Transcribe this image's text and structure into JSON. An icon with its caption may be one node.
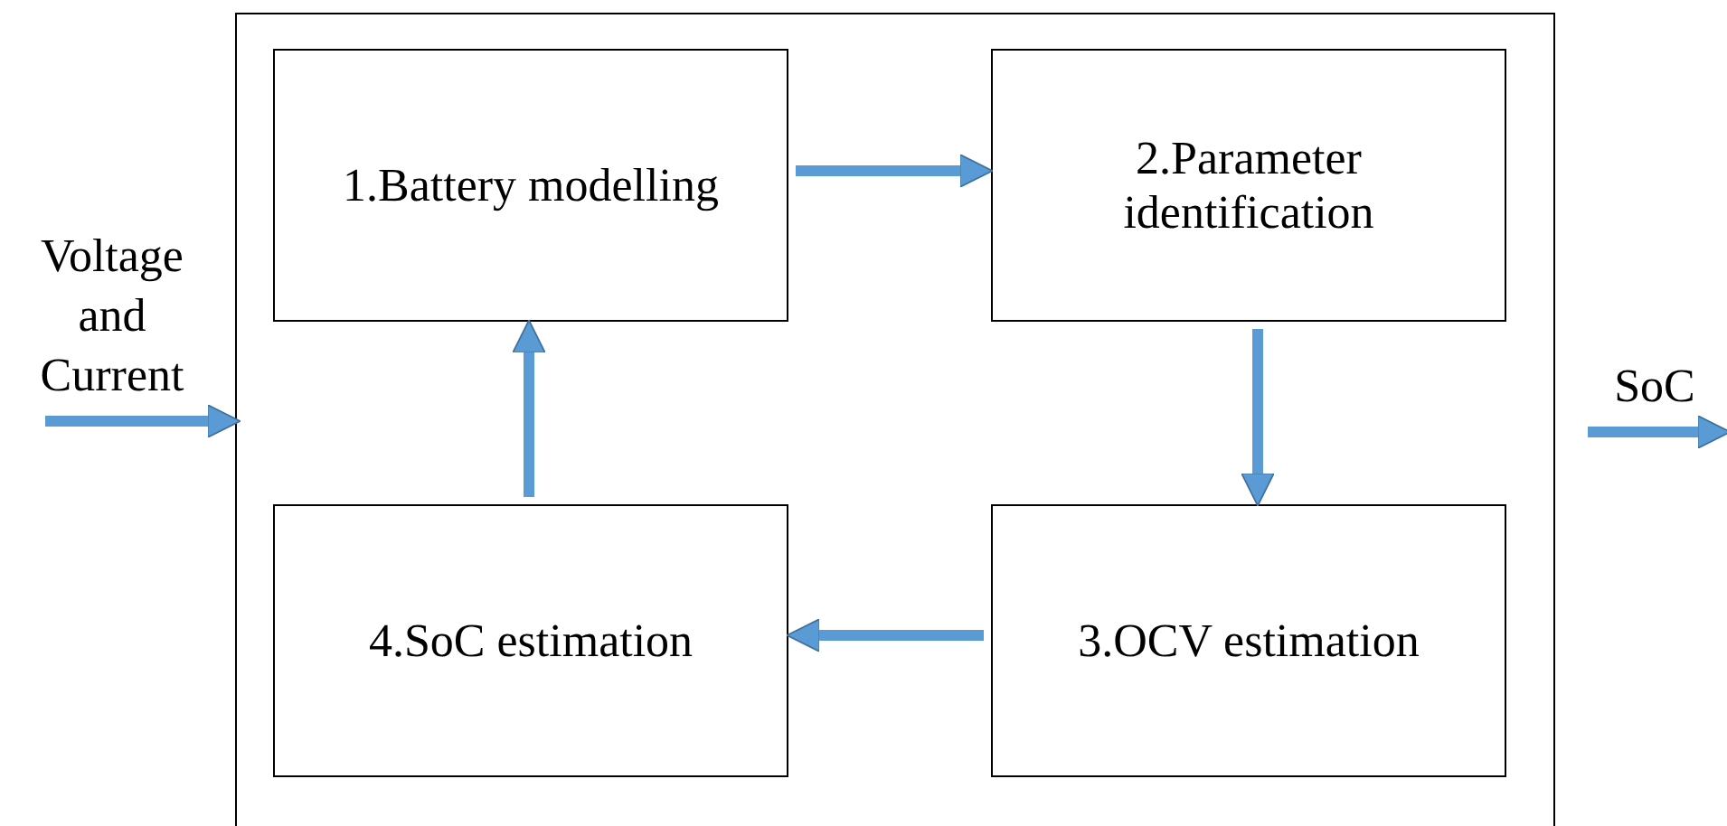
{
  "diagram": {
    "nodes": [
      {
        "text": [],
        "shape": "box"
      },
      {
        "text": [
          "1.Battery modelling"
        ],
        "in": 0
      },
      {
        "text": [
          "2.Parameter identification"
        ],
        "in": 0
      },
      {
        "text": [
          "3.OCV estimation"
        ],
        "in": 0
      },
      {
        "text": [
          "4.SoC estimation"
        ],
        "in": 0
      }
    ],
    "edges": [
      {
        "from": 1,
        "to": 2,
        "arrow": "to"
      },
      {
        "from": 2,
        "to": 3,
        "arrow": "to"
      },
      {
        "from": 3,
        "to": 4,
        "arrow": "to"
      },
      {
        "from": 4,
        "to": 1,
        "arrow": "to"
      },
      {
        "from": null,
        "to": 0,
        "arrow": "to",
        "label": "Voltage and Current"
      },
      {
        "from": 0,
        "to": null,
        "arrow": "to",
        "label": "SoC"
      }
    ]
  }
}
